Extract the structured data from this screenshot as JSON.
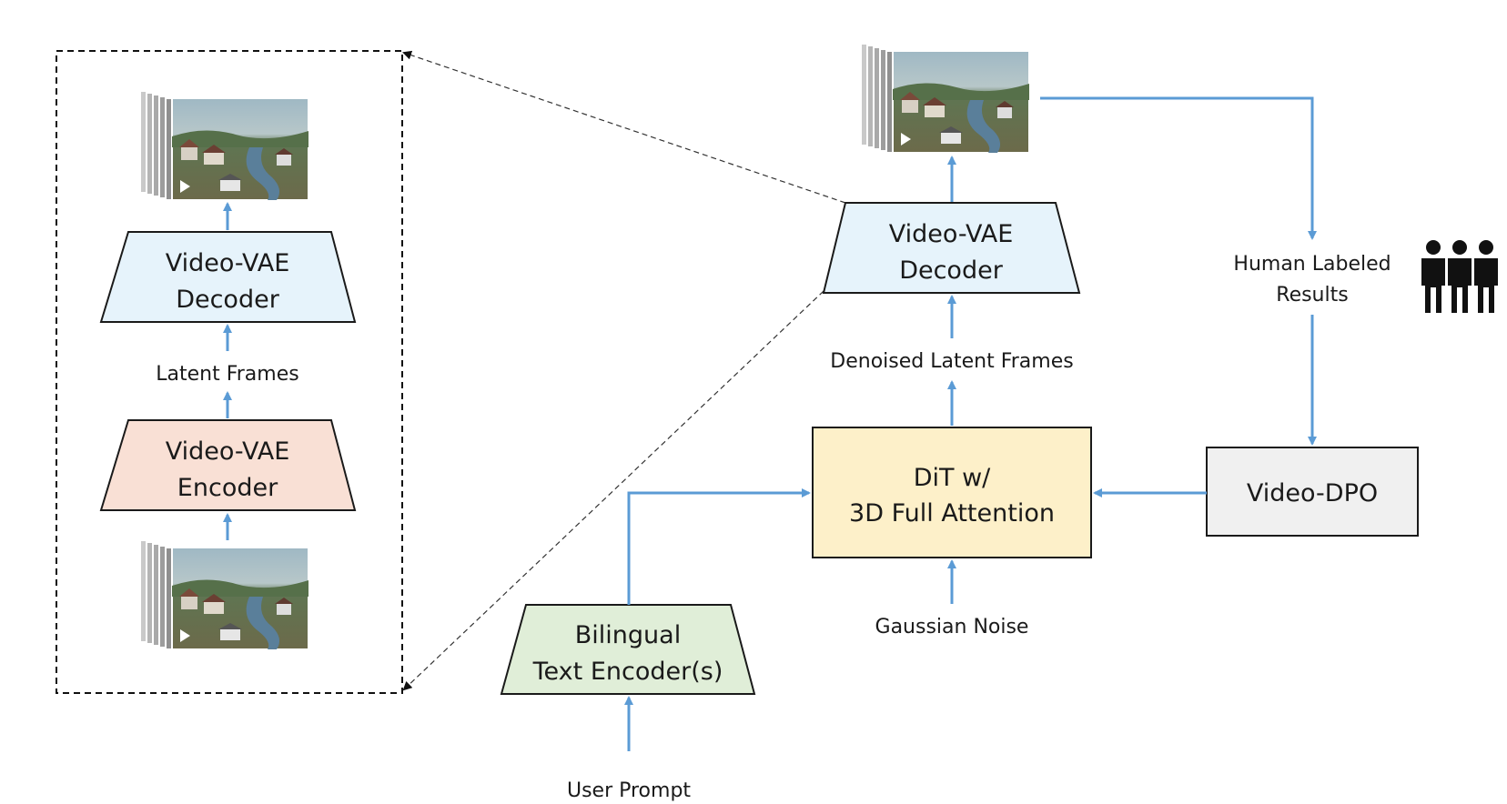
{
  "left_panel": {
    "decoder": {
      "line1": "Video-VAE",
      "line2": "Decoder"
    },
    "latent_label": "Latent Frames",
    "encoder": {
      "line1": "Video-VAE",
      "line2": "Encoder"
    }
  },
  "main": {
    "decoder": {
      "line1": "Video-VAE",
      "line2": "Decoder"
    },
    "denoised_label": "Denoised Latent Frames",
    "dit": {
      "line1": "DiT w/",
      "line2": "3D Full Attention"
    },
    "noise_label": "Gaussian Noise",
    "text_encoder": {
      "line1": "Bilingual",
      "line2": "Text Encoder(s)"
    },
    "prompt_label": "User Prompt",
    "human_label": {
      "line1": "Human Labeled",
      "line2": "Results"
    },
    "dpo": "Video-DPO"
  },
  "colors": {
    "arrow": "#5b9bd5",
    "decoder_fill": "#e6f3fb",
    "encoder_fill": "#f9e0d5",
    "dit_fill": "#fdf0c9",
    "text_encoder_fill": "#e0eed8",
    "dpo_fill": "#f0f0f0"
  },
  "icons": [
    "video-frames-icon",
    "play-icon",
    "people-icon"
  ]
}
